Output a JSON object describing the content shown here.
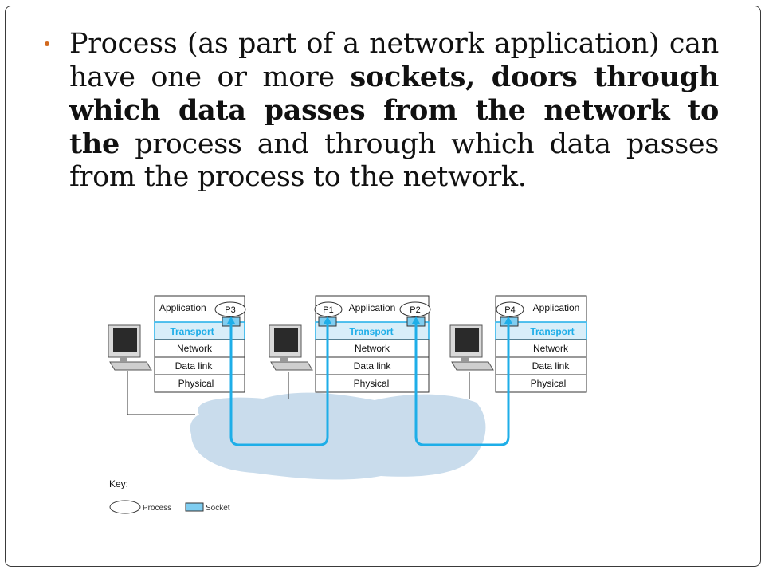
{
  "text": {
    "intro": "Process (as part of a network application) can have one or more ",
    "bold": "sockets, doors through which data passes from the network to the",
    "rest": " process and through which data passes from the process to the network."
  },
  "diagram": {
    "layers": [
      "Application",
      "Transport",
      "Network",
      "Data link",
      "Physical"
    ],
    "hosts": [
      {
        "processes": [
          "P3"
        ]
      },
      {
        "processes": [
          "P1",
          "P2"
        ]
      },
      {
        "processes": [
          "P4"
        ]
      }
    ],
    "key": {
      "title": "Key:",
      "process_label": "Process",
      "socket_label": "Socket"
    }
  },
  "colors": {
    "accent_blue": "#1eaee8",
    "transport_fill": "#d8eef9",
    "cloud": "#c9dcec",
    "socket_fill": "#7fcdf0",
    "bullet": "#d2691e"
  }
}
